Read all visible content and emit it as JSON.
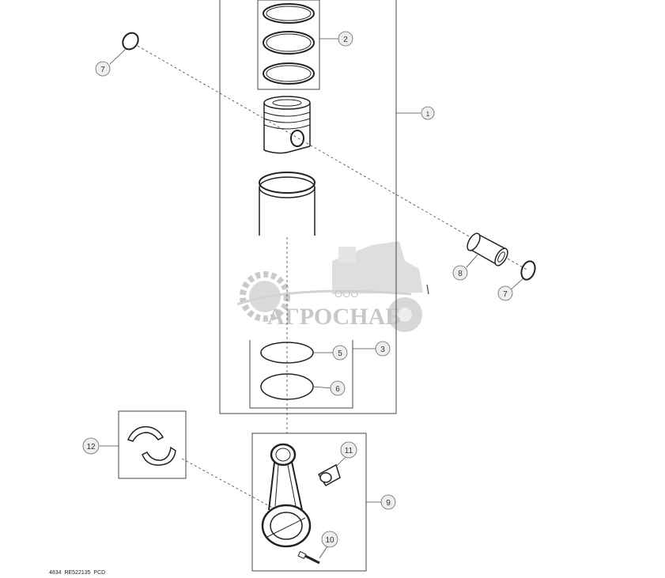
{
  "callouts": {
    "c1": "1",
    "c2": "2",
    "c3": "3",
    "c5": "5",
    "c6": "6",
    "c7a": "7",
    "c7b": "7",
    "c8": "8",
    "c9": "9",
    "c10": "10",
    "c11": "11",
    "c12": "12"
  },
  "watermark": {
    "small": "ООО",
    "big": "АГРОСНАБ"
  },
  "footer": {
    "code": "4834  RE522135  PCD"
  },
  "colors": {
    "line": "#333333",
    "callout_fill": "#eeeeee",
    "watermark": "#9a9a9a"
  }
}
